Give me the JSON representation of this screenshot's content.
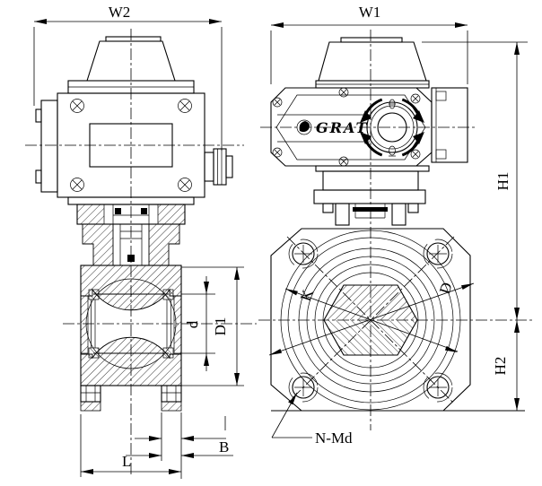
{
  "drawing": {
    "brand": "GRAT",
    "labels": {
      "w2": "W2",
      "w1": "W1",
      "h1": "H1",
      "h2": "H2",
      "d": "d",
      "d1": "D1",
      "b": "B",
      "l": "L",
      "k": "K",
      "big_d": "D",
      "n_md": "N-Md"
    },
    "icons": {
      "logo": "grat-logo-icon",
      "dial_top": "dial-indicator-top-symbol",
      "dial_bottom": "dial-indicator-bottom-symbol"
    },
    "colors": {
      "line": "#000000",
      "background": "#ffffff"
    }
  }
}
